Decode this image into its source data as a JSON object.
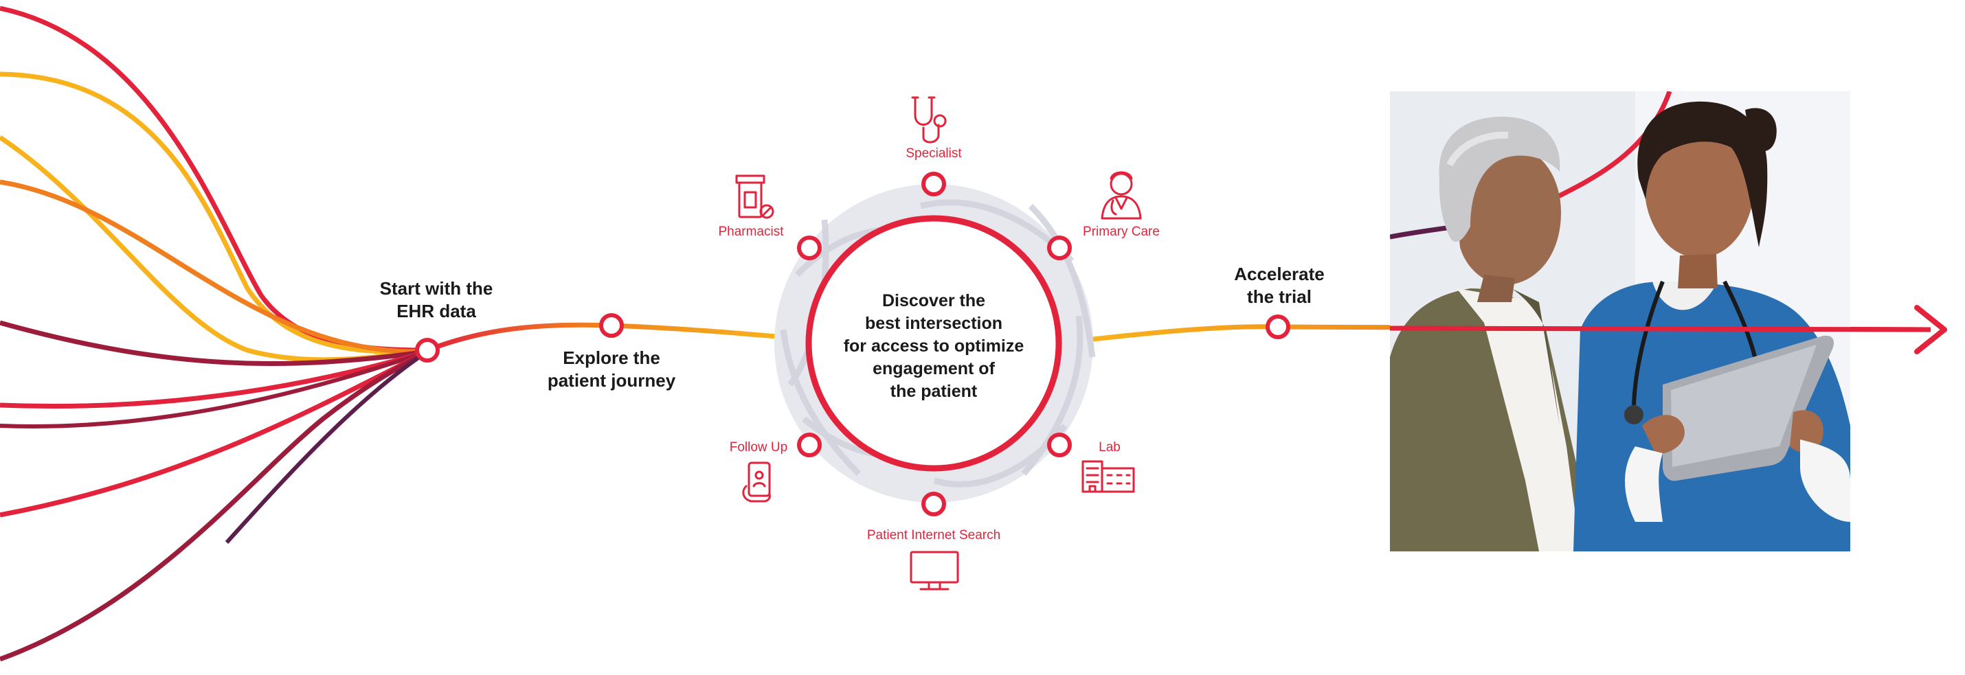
{
  "colors": {
    "accent_red": "#e3233b",
    "orange": "#f07d1e",
    "yellow": "#f7b21c",
    "plum": "#5c1e4a",
    "wine": "#9c1c3c",
    "hub_fill": "#e7e7ee"
  },
  "steps": {
    "start": {
      "line1": "Start with the",
      "line2": "EHR data"
    },
    "explore": {
      "line1": "Explore the",
      "line2": "patient journey"
    },
    "accelerate": {
      "line1": "Accelerate",
      "line2": "the trial"
    }
  },
  "hub": {
    "line1": "Discover the",
    "line2": "best intersection",
    "line3": "for access to optimize",
    "line4": "engagement of",
    "line5": "the patient"
  },
  "touchpoints": [
    {
      "label": "Specialist",
      "icon": "stethoscope-icon"
    },
    {
      "label": "Primary Care",
      "icon": "doctor-icon"
    },
    {
      "label": "Lab",
      "icon": "lab-building-icon"
    },
    {
      "label": "Patient Internet Search",
      "icon": "monitor-icon"
    },
    {
      "label": "Follow Up",
      "icon": "mobile-phone-icon"
    },
    {
      "label": "Pharmacist",
      "icon": "pill-bottle-icon"
    }
  ],
  "photo": {
    "icon": "patient-and-nurse-photo"
  }
}
